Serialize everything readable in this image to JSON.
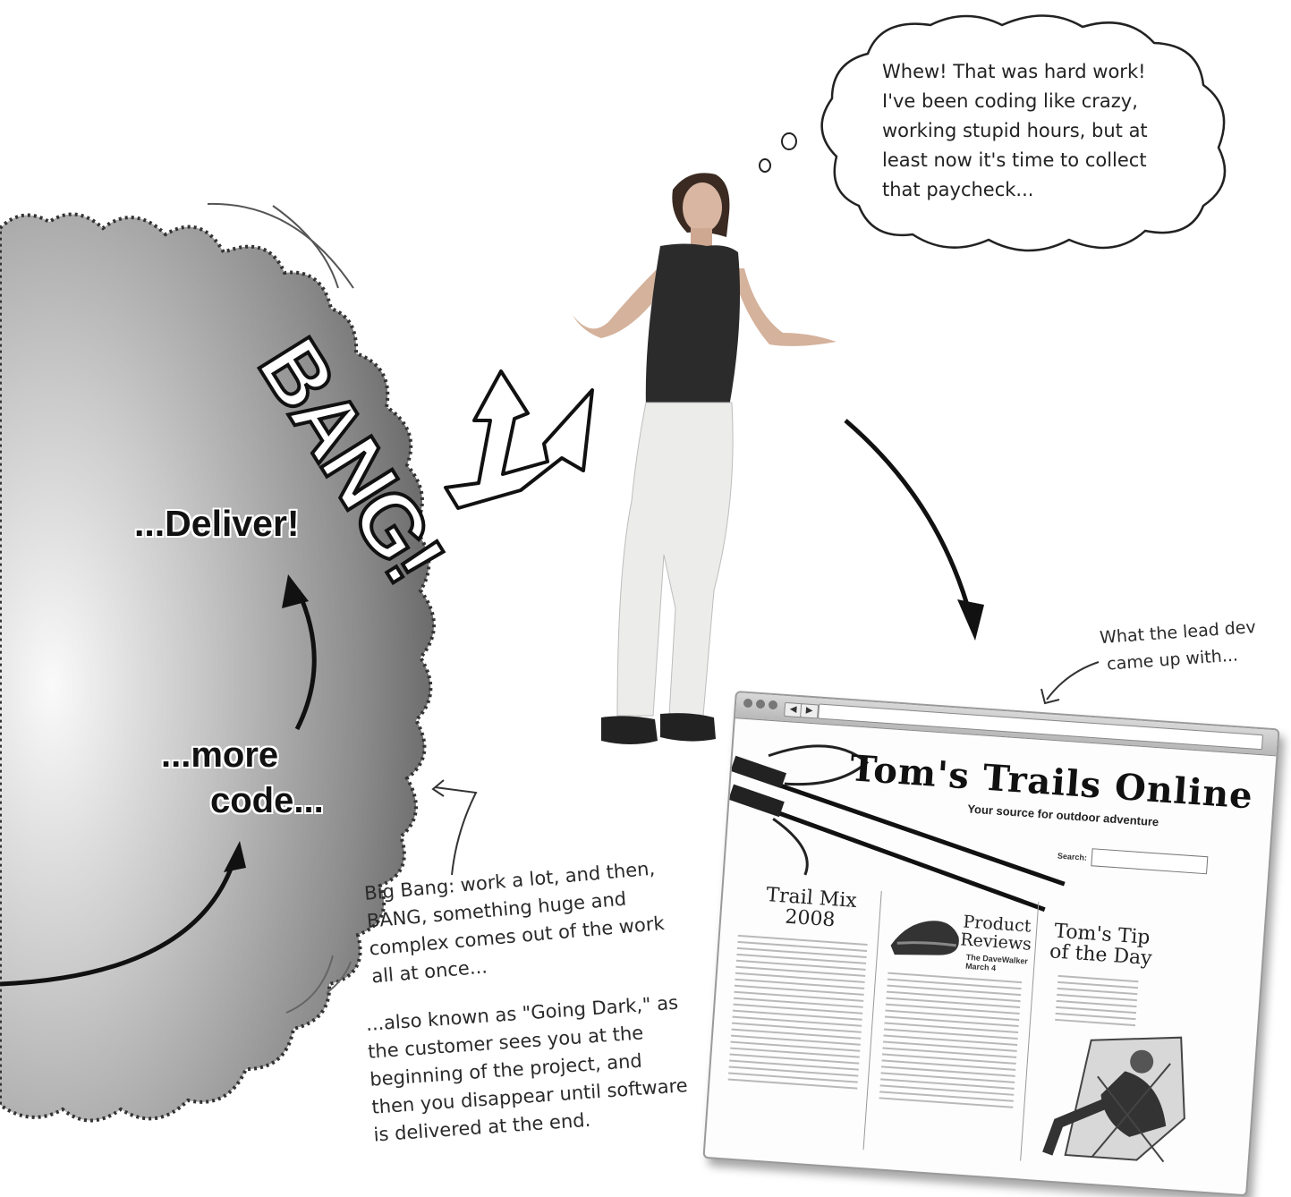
{
  "thought_bubble": {
    "lines": [
      "Whew! That was hard work!",
      "I've been coding like crazy,",
      "working stupid hours, but at",
      "least now it's time to collect",
      "that paycheck..."
    ]
  },
  "cloud": {
    "deliver_label": "...Deliver!",
    "more_label": "...more",
    "code_label": "code...",
    "bang_text": "BANG!"
  },
  "notes": {
    "lead_dev": [
      "What the lead dev",
      "came up with..."
    ],
    "big_bang": [
      "Big Bang: work a lot, and then,",
      "BANG, something huge and",
      "complex comes out of the work",
      "all at once..."
    ],
    "going_dark": [
      "...also known as \"Going Dark,\" as",
      "the customer sees you at the",
      "beginning of the project, and",
      "then you disappear until software",
      "is delivered at the end."
    ]
  },
  "website": {
    "title": "Tom's Trails Online",
    "tagline": "Your source for outdoor adventure",
    "search_label": "Search:",
    "col1_title": "Trail Mix 2008",
    "col2_title": "Product Reviews",
    "col2_subtitle": "The DaveWalker March 4",
    "col3_title": "Tom's Tip of the Day"
  },
  "colors": {
    "cloud_fill_light": "#f2f2f2",
    "cloud_fill_dark": "#6e6e6e",
    "ink": "#111111"
  }
}
